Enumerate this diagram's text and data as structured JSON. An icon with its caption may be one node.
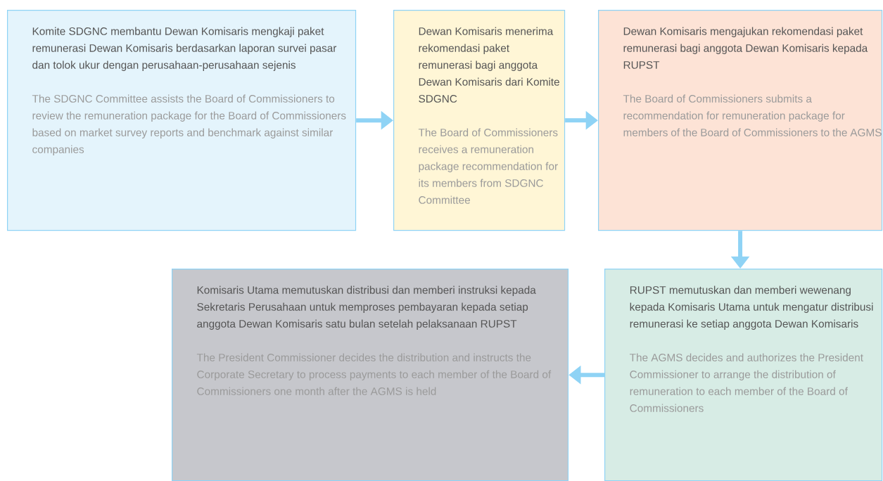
{
  "diagram": {
    "nodes": [
      {
        "text": [
          "Komite SDGNC membantu Dewan Komisaris mengkaji paket remunerasi Dewan Komisaris berdasarkan laporan survei pasar dan tolok ukur dengan perusahaan-perusahaan sejenis",
          "The SDGNC Committee assists the Board of Commissioners to review the remuneration package for the Board of Commissioners based on market survey reports and benchmark against similar companies"
        ]
      },
      {
        "text": [
          "Dewan Komisaris menerima rekomendasi paket remunerasi bagi anggota Dewan Komisaris dari Komite SDGNC",
          "The Board of Commissioners receives a remuneration package recommendation for its members from SDGNC Committee"
        ]
      },
      {
        "text": [
          "Dewan Komisaris mengajukan rekomendasi paket remunerasi bagi anggota Dewan Komisaris kepada RUPST",
          "The Board of Commissioners submits a recommendation for remuneration package for members of the Board of Commissioners to the AGMS"
        ]
      },
      {
        "text": [
          "Komisaris Utama memutuskan distribusi dan memberi instruksi kepada Sekretaris Perusahaan untuk memproses pembayaran kepada setiap anggota Dewan Komisaris satu bulan setelah pelaksanaan RUPST",
          "The President Commissioner decides the distribution and instructs the Corporate Secretary to process payments to each member of the Board of Commissioners one month after the AGMS is held"
        ]
      },
      {
        "text": [
          "RUPST memutuskan dan memberi wewenang kepada Komisaris Utama untuk mengatur distribusi remunerasi ke setiap anggota Dewan Komisaris",
          "The AGMS decides and authorizes the President Commissioner to arrange the distribution of remuneration to each member of the Board of Commissioners"
        ]
      }
    ],
    "edges": [
      {
        "from": 0,
        "to": 1,
        "arrow": "to"
      },
      {
        "from": 1,
        "to": 2,
        "arrow": "to"
      },
      {
        "from": 2,
        "to": 4,
        "arrow": "to"
      },
      {
        "from": 4,
        "to": 3,
        "arrow": "to"
      }
    ]
  }
}
